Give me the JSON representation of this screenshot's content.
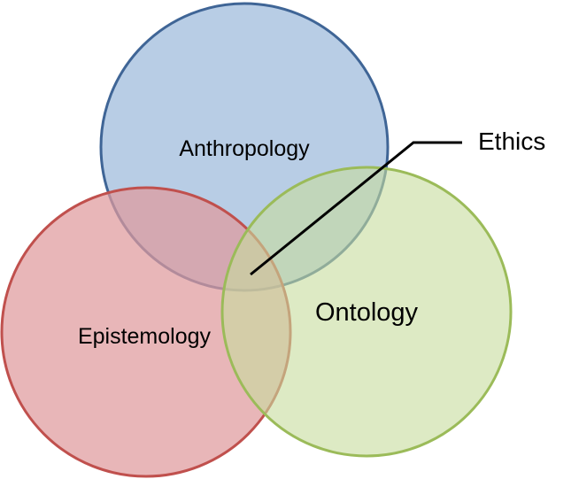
{
  "diagram": {
    "circles": [
      {
        "id": "anthropology",
        "label": "Anthropology",
        "fill": "#9dbadb",
        "stroke": "#3f6596"
      },
      {
        "id": "epistemology",
        "label": "Epistemology",
        "fill": "#df9a9d",
        "stroke": "#c0504d"
      },
      {
        "id": "ontology",
        "label": "Ontology",
        "fill": "#c6dc9c",
        "stroke": "#9bbb59"
      }
    ],
    "callout": {
      "label": "Ethics",
      "line_color": "#000000"
    }
  }
}
